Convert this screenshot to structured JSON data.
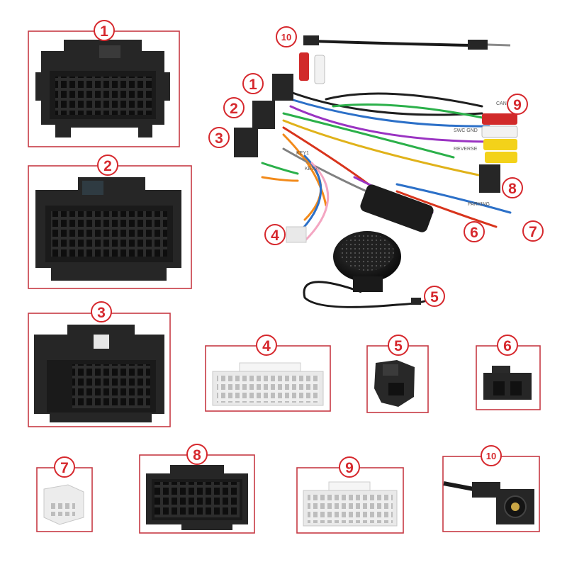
{
  "labels": {
    "n1": "1",
    "n2": "2",
    "n3": "3",
    "n4": "4",
    "n5": "5",
    "n6": "6",
    "n7": "7",
    "n8": "8",
    "n9": "9",
    "n10": "10"
  },
  "harness_text": {
    "tag_a": "KEY1",
    "tag_b": "KEY2",
    "tag_c": "SWC GND",
    "tag_d": "PARKING",
    "tag_e": "REVERSE",
    "tag_f": "CAN BUS"
  },
  "colors": {
    "badge_red": "#d6282d",
    "frame_red": "#c63a44",
    "connector_black": "#262626",
    "connector_white": "#e9e9e9"
  }
}
